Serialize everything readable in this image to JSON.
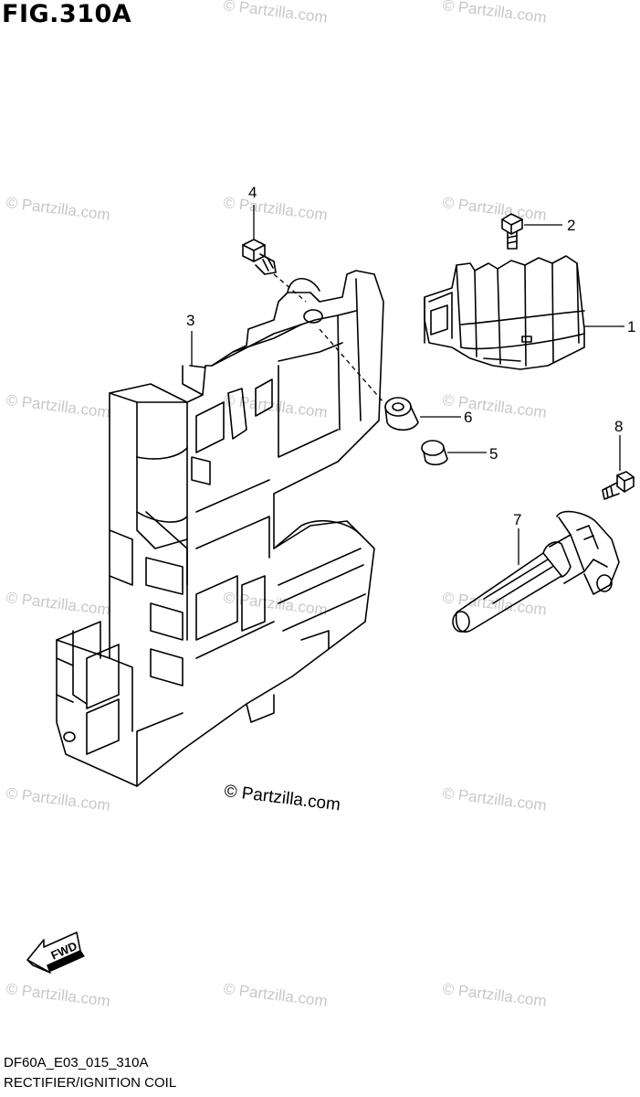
{
  "figure": {
    "title": "FIG.310A",
    "code": "DF60A_E03_015_310A",
    "subtitle": "RECTIFIER/IGNITION COIL",
    "credit": "© Partzilla.com",
    "watermark": "© Partzilla.com"
  },
  "callouts": [
    {
      "id": "1",
      "label": "1"
    },
    {
      "id": "2",
      "label": "2"
    },
    {
      "id": "3",
      "label": "3"
    },
    {
      "id": "4",
      "label": "4"
    },
    {
      "id": "5",
      "label": "5"
    },
    {
      "id": "6",
      "label": "6"
    },
    {
      "id": "7",
      "label": "7"
    },
    {
      "id": "8",
      "label": "8"
    }
  ],
  "direction_arrow": {
    "label": "FWD"
  },
  "colors": {
    "line": "#000000",
    "watermark": "#c8c8c8",
    "background": "#ffffff"
  }
}
